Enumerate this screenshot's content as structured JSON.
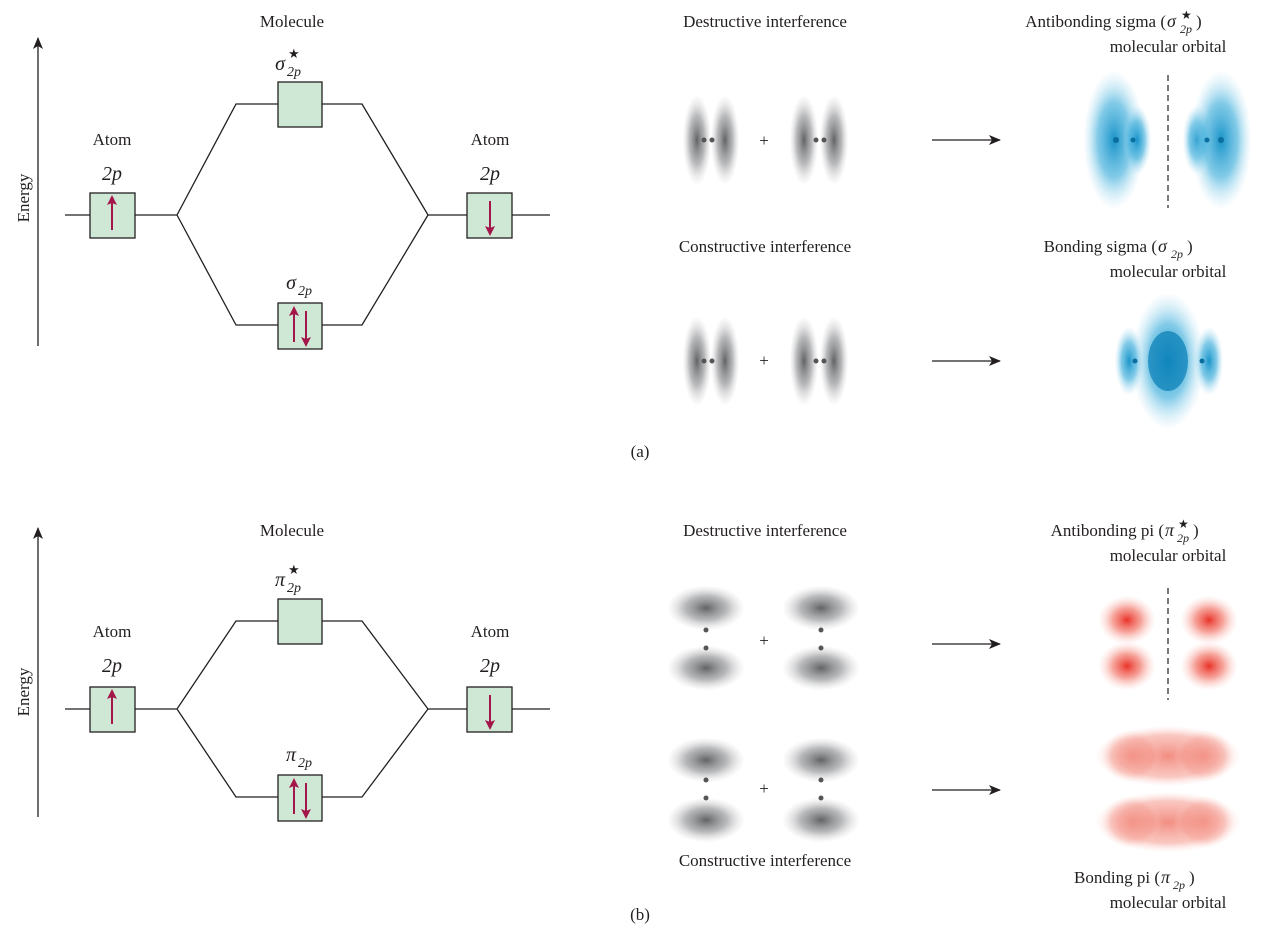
{
  "panel_a": {
    "label": "(a)",
    "energy_label": "Energy",
    "molecule_label": "Molecule",
    "atom_left_label": "Atom",
    "atom_right_label": "Atom",
    "atomic_orbital_left": "2p",
    "atomic_orbital_right": "2p",
    "antibonding_symbol": "σ",
    "antibonding_sub": "2p",
    "antibonding_star": "★",
    "bonding_symbol": "σ",
    "bonding_sub": "2p",
    "destructive_label": "Destructive interference",
    "constructive_label": "Constructive interference",
    "plus_1": "+",
    "plus_2": "+",
    "antibonding_mo_line1_pre": "Antibonding sigma (",
    "antibonding_mo_line1_post": ")",
    "antibonding_mo_line2": "molecular orbital",
    "bonding_mo_line1_pre": "Bonding sigma (",
    "bonding_mo_line1_post": ")",
    "bonding_mo_line2": "molecular orbital",
    "orbital_color": "#2a9fd0"
  },
  "panel_b": {
    "label": "(b)",
    "energy_label": "Energy",
    "molecule_label": "Molecule",
    "atom_left_label": "Atom",
    "atom_right_label": "Atom",
    "atomic_orbital_left": "2p",
    "atomic_orbital_right": "2p",
    "antibonding_symbol": "π",
    "antibonding_sub": "2p",
    "antibonding_star": "★",
    "bonding_symbol": "π",
    "bonding_sub": "2p",
    "destructive_label": "Destructive interference",
    "constructive_label": "Constructive interference",
    "plus_1": "+",
    "plus_2": "+",
    "antibonding_mo_line1_pre": "Antibonding pi (",
    "antibonding_mo_line1_post": ")",
    "antibonding_mo_line2": "molecular orbital",
    "bonding_mo_line1_pre": "Bonding pi (",
    "bonding_mo_line1_post": ")",
    "bonding_mo_line2": "molecular orbital",
    "orbital_color": "#e8382a"
  },
  "colors": {
    "box_fill": "#cfe8d5",
    "spin_arrow": "#a3164a",
    "gray_lobe": "#6d6e71"
  }
}
